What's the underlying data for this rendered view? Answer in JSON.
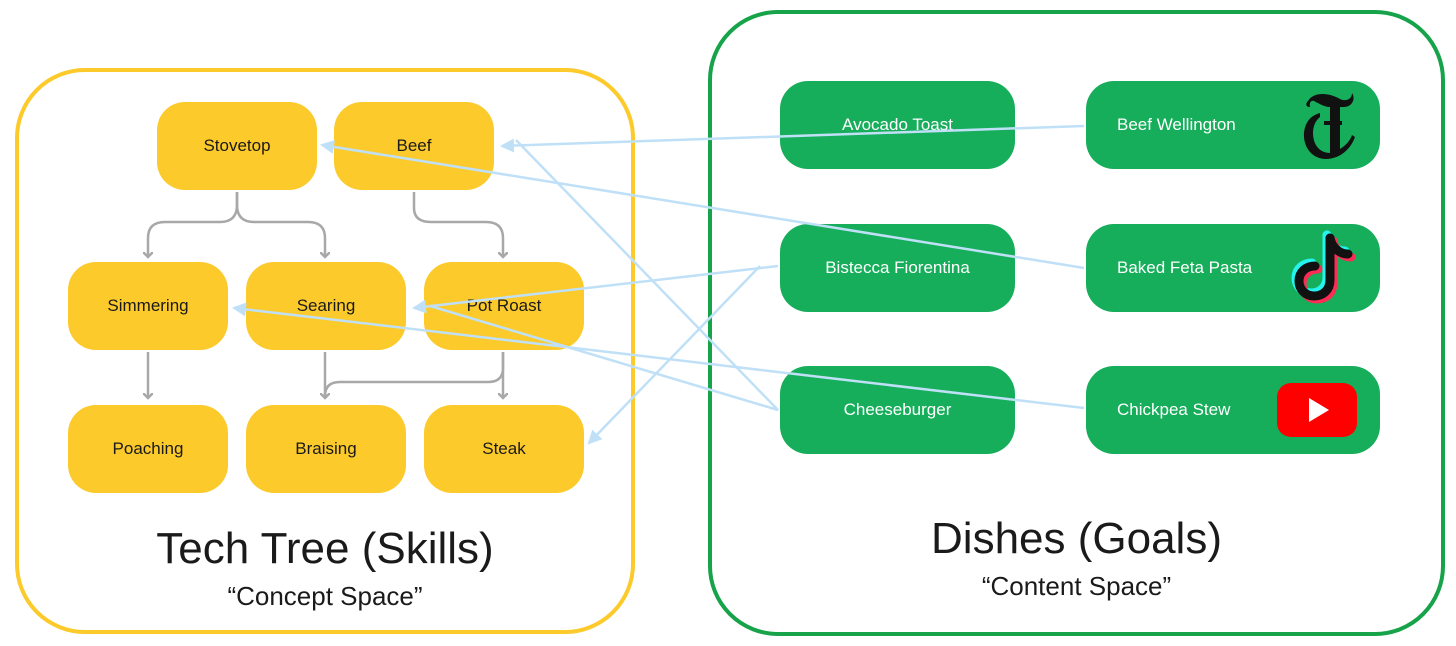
{
  "skills_panel": {
    "title": "Tech Tree (Skills)",
    "subtitle": "“Concept Space”",
    "nodes": {
      "stovetop": "Stovetop",
      "beef": "Beef",
      "simmering": "Simmering",
      "searing": "Searing",
      "pot_roast": "Pot Roast",
      "poaching": "Poaching",
      "braising": "Braising",
      "steak": "Steak"
    }
  },
  "dishes_panel": {
    "title": "Dishes (Goals)",
    "subtitle": "“Content Space”",
    "nodes": {
      "avocado_toast": "Avocado Toast",
      "bistecca_fiorentina": "Bistecca Fiorentina",
      "cheeseburger": "Cheeseburger",
      "beef_wellington": "Beef Wellington",
      "baked_feta_pasta": "Baked Feta Pasta",
      "chickpea_stew": "Chickpea Stew"
    },
    "icons": {
      "beef_wellington": "new-york-times-logo-icon",
      "baked_feta_pasta": "tiktok-logo-icon",
      "chickpea_stew": "youtube-logo-icon"
    }
  },
  "colors": {
    "skill_fill": "#FCCA2B",
    "skill_border": "#FCCA2B",
    "dish_fill": "#16AE5A",
    "dish_border": "#16A34A",
    "tree_arrow": "#A8A8A8",
    "link_arrow": "#BFE0F7"
  },
  "edges": {
    "tree": [
      {
        "from": "stovetop",
        "to": "simmering"
      },
      {
        "from": "stovetop",
        "to": "searing"
      },
      {
        "from": "beef",
        "to": "pot_roast"
      },
      {
        "from": "simmering",
        "to": "poaching"
      },
      {
        "from": "searing",
        "to": "braising"
      },
      {
        "from": "pot_roast",
        "to": "braising"
      },
      {
        "from": "pot_roast",
        "to": "steak"
      }
    ],
    "links": [
      {
        "from": "beef_wellington",
        "to": "beef"
      },
      {
        "from": "baked_feta_pasta",
        "to": "stovetop"
      },
      {
        "from": "chickpea_stew",
        "to": "simmering"
      },
      {
        "from": "bistecca_fiorentina",
        "to": "searing"
      },
      {
        "from": "bistecca_fiorentina",
        "to": "steak"
      },
      {
        "from": "cheeseburger",
        "to": "beef"
      },
      {
        "from": "cheeseburger",
        "to": "searing"
      }
    ]
  }
}
